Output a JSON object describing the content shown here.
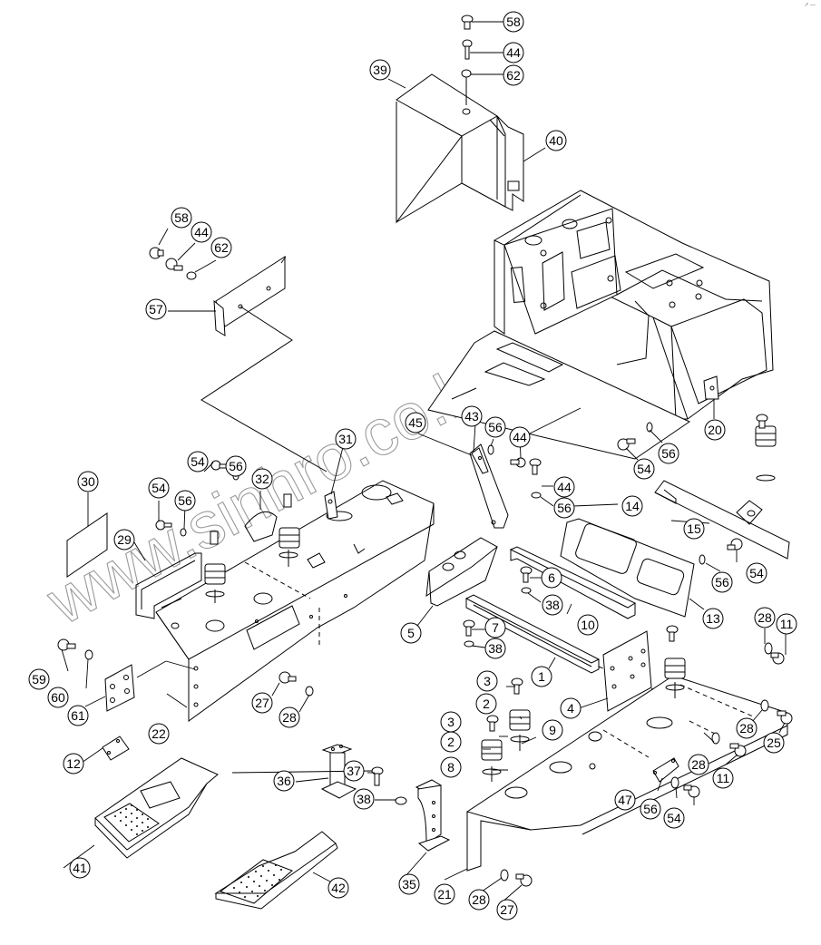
{
  "diagram": {
    "type": "exploded-parts-view",
    "subject": "operator platform / floor frame assembly",
    "watermark": "www.sinhro.co.kz",
    "corner_mark": "↗ —",
    "colors": {
      "line": "#000000",
      "background": "#ffffff",
      "watermark": "#9a9a9a"
    }
  },
  "callouts": [
    {
      "id": "c58a",
      "label": "58"
    },
    {
      "id": "c44a",
      "label": "44"
    },
    {
      "id": "c62a",
      "label": "62"
    },
    {
      "id": "c39",
      "label": "39"
    },
    {
      "id": "c40",
      "label": "40"
    },
    {
      "id": "c58b",
      "label": "58"
    },
    {
      "id": "c44b",
      "label": "44"
    },
    {
      "id": "c62b",
      "label": "62"
    },
    {
      "id": "c57",
      "label": "57"
    },
    {
      "id": "c31",
      "label": "31"
    },
    {
      "id": "c45",
      "label": "45"
    },
    {
      "id": "c43",
      "label": "43"
    },
    {
      "id": "c56a",
      "label": "56"
    },
    {
      "id": "c44c",
      "label": "44"
    },
    {
      "id": "c20",
      "label": "20"
    },
    {
      "id": "c56b",
      "label": "56"
    },
    {
      "id": "c54a",
      "label": "54"
    },
    {
      "id": "c30",
      "label": "30"
    },
    {
      "id": "c54b",
      "label": "54"
    },
    {
      "id": "c56c",
      "label": "56"
    },
    {
      "id": "c32",
      "label": "32"
    },
    {
      "id": "c54c",
      "label": "54"
    },
    {
      "id": "c56d",
      "label": "56"
    },
    {
      "id": "c29",
      "label": "29"
    },
    {
      "id": "c44d",
      "label": "44"
    },
    {
      "id": "c56e",
      "label": "56"
    },
    {
      "id": "c14",
      "label": "14"
    },
    {
      "id": "c15",
      "label": "15"
    },
    {
      "id": "c54d",
      "label": "54"
    },
    {
      "id": "c56f",
      "label": "56"
    },
    {
      "id": "c13",
      "label": "13"
    },
    {
      "id": "c6",
      "label": "6"
    },
    {
      "id": "c38a",
      "label": "38"
    },
    {
      "id": "c10",
      "label": "10"
    },
    {
      "id": "c5",
      "label": "5"
    },
    {
      "id": "c7",
      "label": "7"
    },
    {
      "id": "c38b",
      "label": "38"
    },
    {
      "id": "c1",
      "label": "1"
    },
    {
      "id": "c4",
      "label": "4"
    },
    {
      "id": "c28a",
      "label": "28"
    },
    {
      "id": "c11a",
      "label": "11"
    },
    {
      "id": "c3a",
      "label": "3"
    },
    {
      "id": "c2a",
      "label": "2"
    },
    {
      "id": "c3b",
      "label": "3"
    },
    {
      "id": "c9",
      "label": "9"
    },
    {
      "id": "c2b",
      "label": "2"
    },
    {
      "id": "c8",
      "label": "8"
    },
    {
      "id": "c28b",
      "label": "28"
    },
    {
      "id": "c25",
      "label": "25"
    },
    {
      "id": "c28c",
      "label": "28"
    },
    {
      "id": "c11b",
      "label": "11"
    },
    {
      "id": "c47",
      "label": "47"
    },
    {
      "id": "c56g",
      "label": "56"
    },
    {
      "id": "c54e",
      "label": "54"
    },
    {
      "id": "c59",
      "label": "59"
    },
    {
      "id": "c60",
      "label": "60"
    },
    {
      "id": "c61",
      "label": "61"
    },
    {
      "id": "c22",
      "label": "22"
    },
    {
      "id": "c27a",
      "label": "27"
    },
    {
      "id": "c28d",
      "label": "28"
    },
    {
      "id": "c12",
      "label": "12"
    },
    {
      "id": "c36",
      "label": "36"
    },
    {
      "id": "c37",
      "label": "37"
    },
    {
      "id": "c38c",
      "label": "38"
    },
    {
      "id": "c41",
      "label": "41"
    },
    {
      "id": "c42",
      "label": "42"
    },
    {
      "id": "c35",
      "label": "35"
    },
    {
      "id": "c21",
      "label": "21"
    },
    {
      "id": "c28e",
      "label": "28"
    },
    {
      "id": "c27b",
      "label": "27"
    }
  ]
}
